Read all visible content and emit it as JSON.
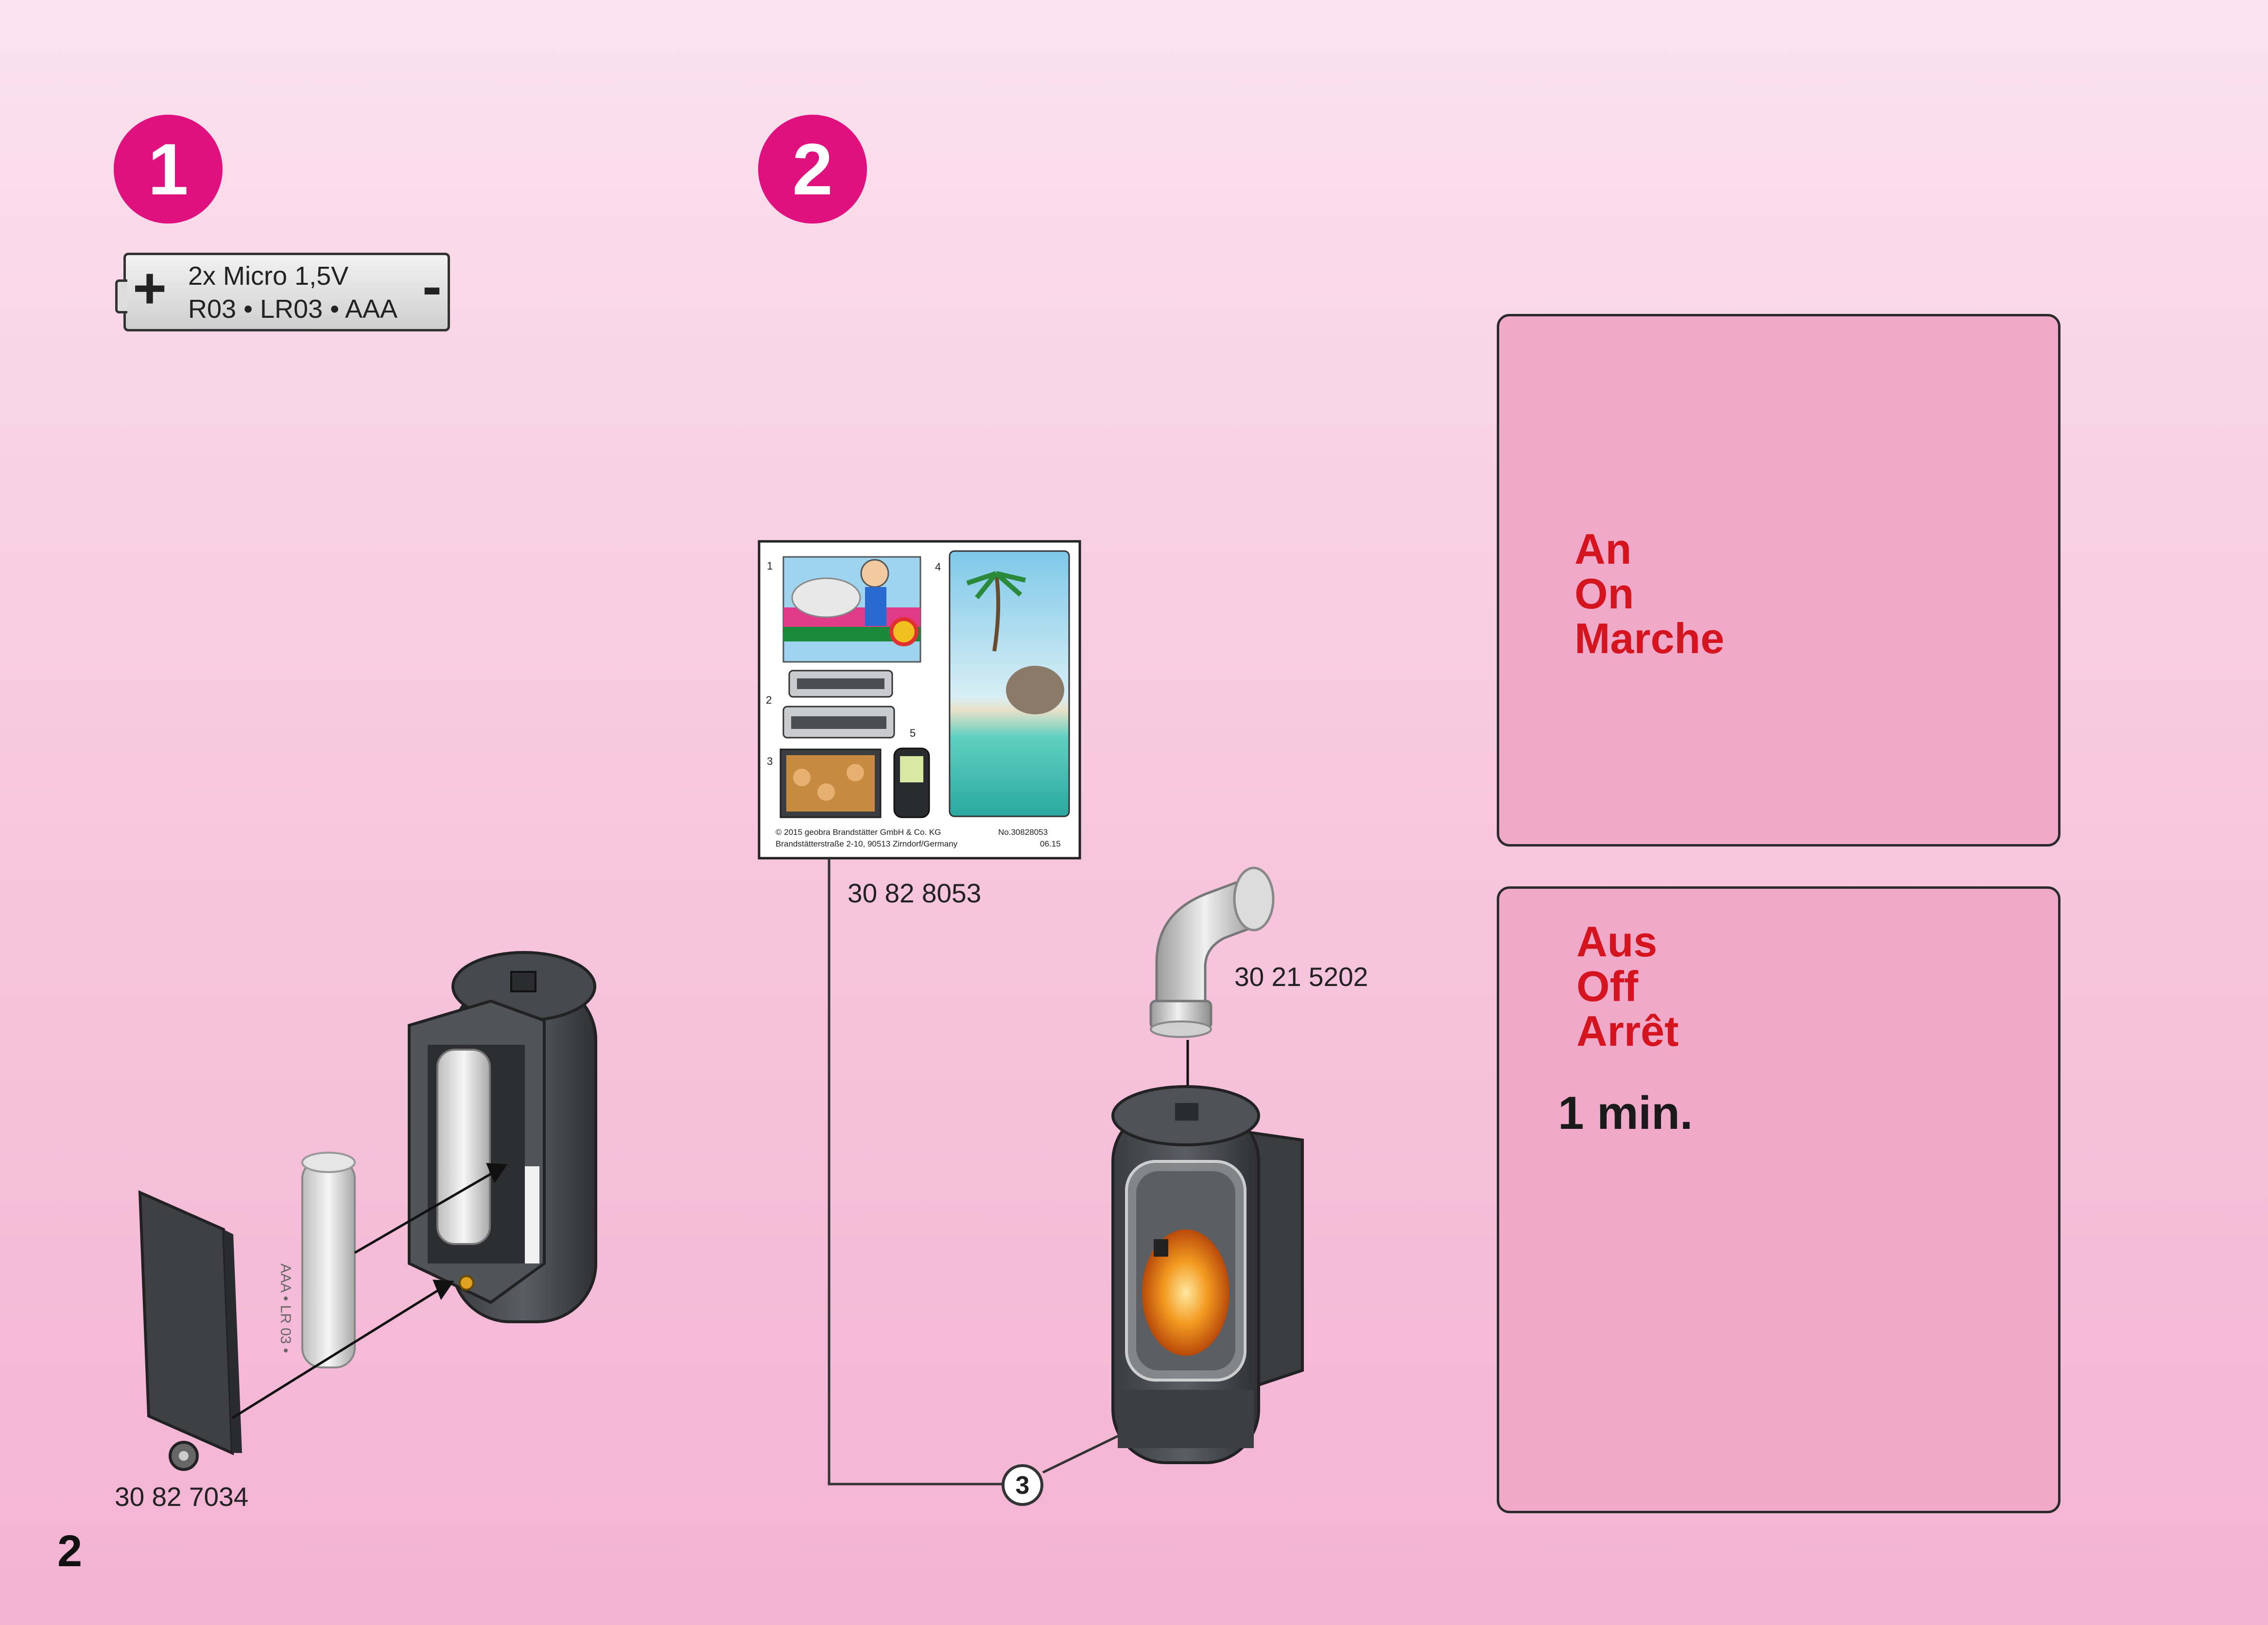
{
  "page_number": "2",
  "steps": [
    {
      "number": "1"
    },
    {
      "number": "2"
    }
  ],
  "battery": {
    "line1": "2x Micro 1,5V",
    "line2": "R03 • LR03 • AAA",
    "plus": "+",
    "minus": "-",
    "cell_print": "AAA • LR 03 •"
  },
  "parts": {
    "battery_cover": "30 82 7034",
    "sticker_sheet": "30 82 8053",
    "stove_pipe": "30 21 5202"
  },
  "sticker_sheet": {
    "numbers": [
      "1",
      "2",
      "3",
      "4",
      "5"
    ],
    "copyright": "© 2015 geobra Brandstätter GmbH & Co. KG",
    "address": "Brandstätterstraße 2-10, 90513 Zirndorf/Germany",
    "code": "No.30828053",
    "date": "06.15"
  },
  "sticker_callout": "3",
  "panel_on": {
    "labels": [
      "An",
      "On",
      "Marche"
    ]
  },
  "panel_off": {
    "labels": [
      "Aus",
      "Off",
      "Arrêt"
    ],
    "timer": "1 min."
  },
  "colors": {
    "step_circle": "#e0117f",
    "on_off_text": "#d4141e",
    "stove_body": "#4a4d52",
    "flame": "#f08a1c"
  }
}
